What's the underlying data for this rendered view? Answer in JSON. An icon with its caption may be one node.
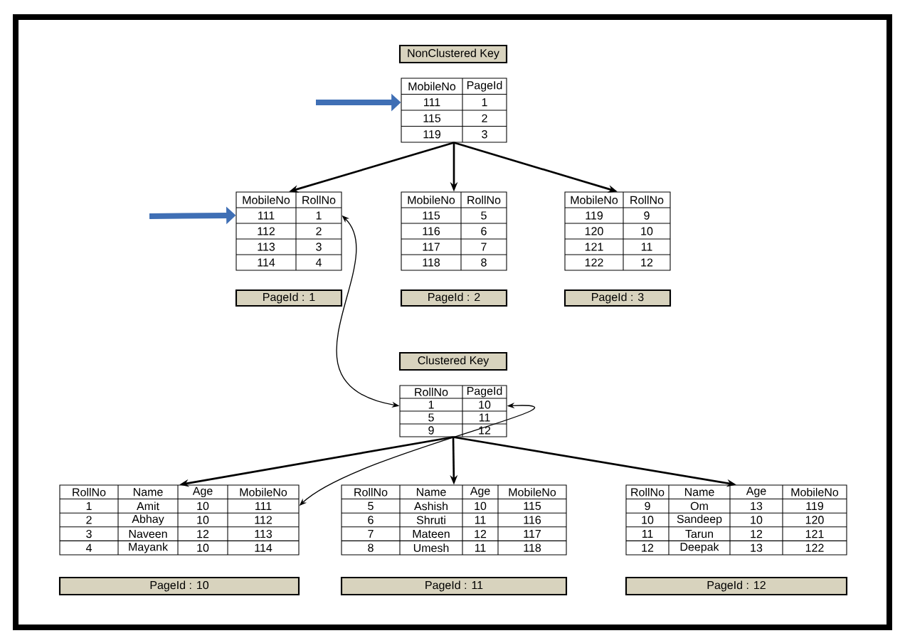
{
  "diagram": {
    "nodes": [
      {
        "text": [
          "NonClustered Key"
        ]
      },
      {
        "text": [
          "MobileNo",
          "PageId",
          "111",
          "1",
          "115",
          "2",
          "119",
          "3"
        ]
      },
      {
        "text": [
          "MobileNo",
          "RollNo",
          "111",
          "1",
          "112",
          "2",
          "113",
          "3",
          "114",
          "4"
        ]
      },
      {
        "text": [
          "MobileNo",
          "RollNo",
          "115",
          "5",
          "116",
          "6",
          "117",
          "7",
          "118",
          "8"
        ]
      },
      {
        "text": [
          "MobileNo",
          "RollNo",
          "119",
          "9",
          "120",
          "10",
          "121",
          "11",
          "122",
          "12"
        ]
      },
      {
        "text": [
          "PageId : 1"
        ]
      },
      {
        "text": [
          "PageId : 2"
        ]
      },
      {
        "text": [
          "PageId : 3"
        ]
      },
      {
        "text": [
          "Clustered Key"
        ]
      },
      {
        "text": [
          "RollNo",
          "PageId",
          "1",
          "10",
          "5",
          "11",
          "9",
          "12"
        ]
      },
      {
        "text": [
          "RollNo",
          "Name",
          "Age",
          "MobileNo",
          "1",
          "Amit",
          "10",
          "111",
          "2",
          "Abhay",
          "10",
          "112",
          "3",
          "Naveen",
          "12",
          "113",
          "4",
          "Mayank",
          "10",
          "114"
        ]
      },
      {
        "text": [
          "RollNo",
          "Name",
          "Age",
          "MobileNo",
          "5",
          "Ashish",
          "10",
          "115",
          "6",
          "Shruti",
          "11",
          "116",
          "7",
          "Mateen",
          "12",
          "117",
          "8",
          "Umesh",
          "11",
          "118"
        ]
      },
      {
        "text": [
          "RollNo",
          "Name",
          "Age",
          "MobileNo",
          "9",
          "Om",
          "13",
          "119",
          "10",
          "Sandeep",
          "10",
          "120",
          "11",
          "Tarun",
          "12",
          "121",
          "12",
          "Deepak",
          "13",
          "122"
        ]
      },
      {
        "text": [
          "PageId : 10"
        ]
      },
      {
        "text": [
          "PageId : 11"
        ]
      },
      {
        "text": [
          "PageId : 12"
        ]
      }
    ],
    "edges": [
      {
        "from": 1,
        "to": 2,
        "arrow": "to"
      },
      {
        "from": 1,
        "to": 3,
        "arrow": "to"
      },
      {
        "from": 1,
        "to": 4,
        "arrow": "to"
      },
      {
        "from": 9,
        "to": 10,
        "arrow": "to"
      },
      {
        "from": 9,
        "to": 11,
        "arrow": "to"
      },
      {
        "from": 9,
        "to": 12,
        "arrow": "to"
      },
      {
        "from": 2,
        "to": 9,
        "arrow": "both"
      },
      {
        "from": 10,
        "to": 9,
        "arrow": "both"
      },
      {
        "from": null,
        "to": 1,
        "arrow": "to",
        "style": "thick",
        "color": "#3f6fb5"
      },
      {
        "from": null,
        "to": 2,
        "arrow": "to",
        "style": "thick",
        "color": "#3f6fb5"
      }
    ]
  }
}
